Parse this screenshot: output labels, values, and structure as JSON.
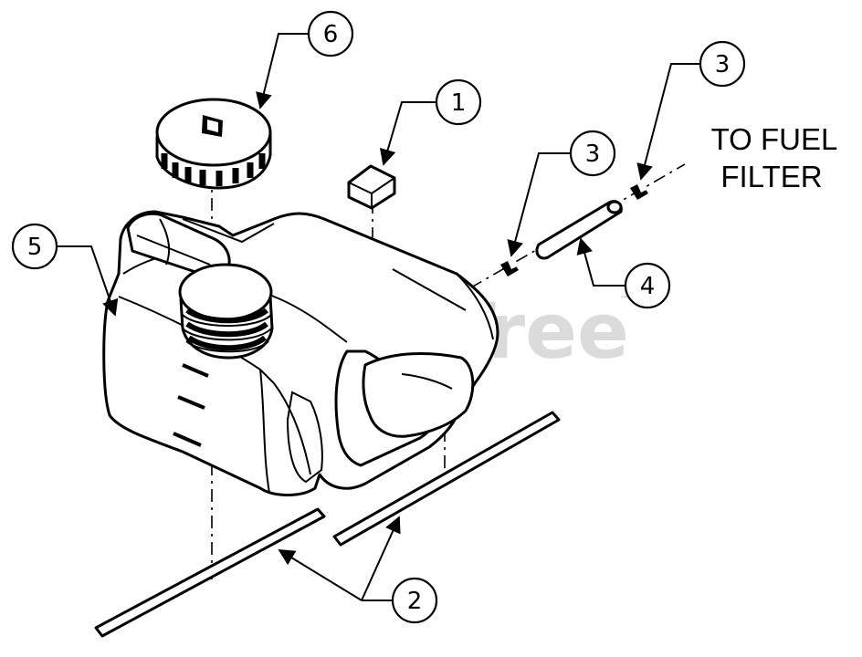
{
  "watermark": {
    "text": "PartsTree",
    "mark": "™"
  },
  "note": {
    "line1": "TO FUEL",
    "line2": "FILTER"
  },
  "callouts": [
    {
      "id": "c6",
      "label": "6"
    },
    {
      "id": "c1",
      "label": "1"
    },
    {
      "id": "c3a",
      "label": "3"
    },
    {
      "id": "c3b",
      "label": "3"
    },
    {
      "id": "c5",
      "label": "5"
    },
    {
      "id": "c4",
      "label": "4"
    },
    {
      "id": "c2",
      "label": "2"
    }
  ]
}
